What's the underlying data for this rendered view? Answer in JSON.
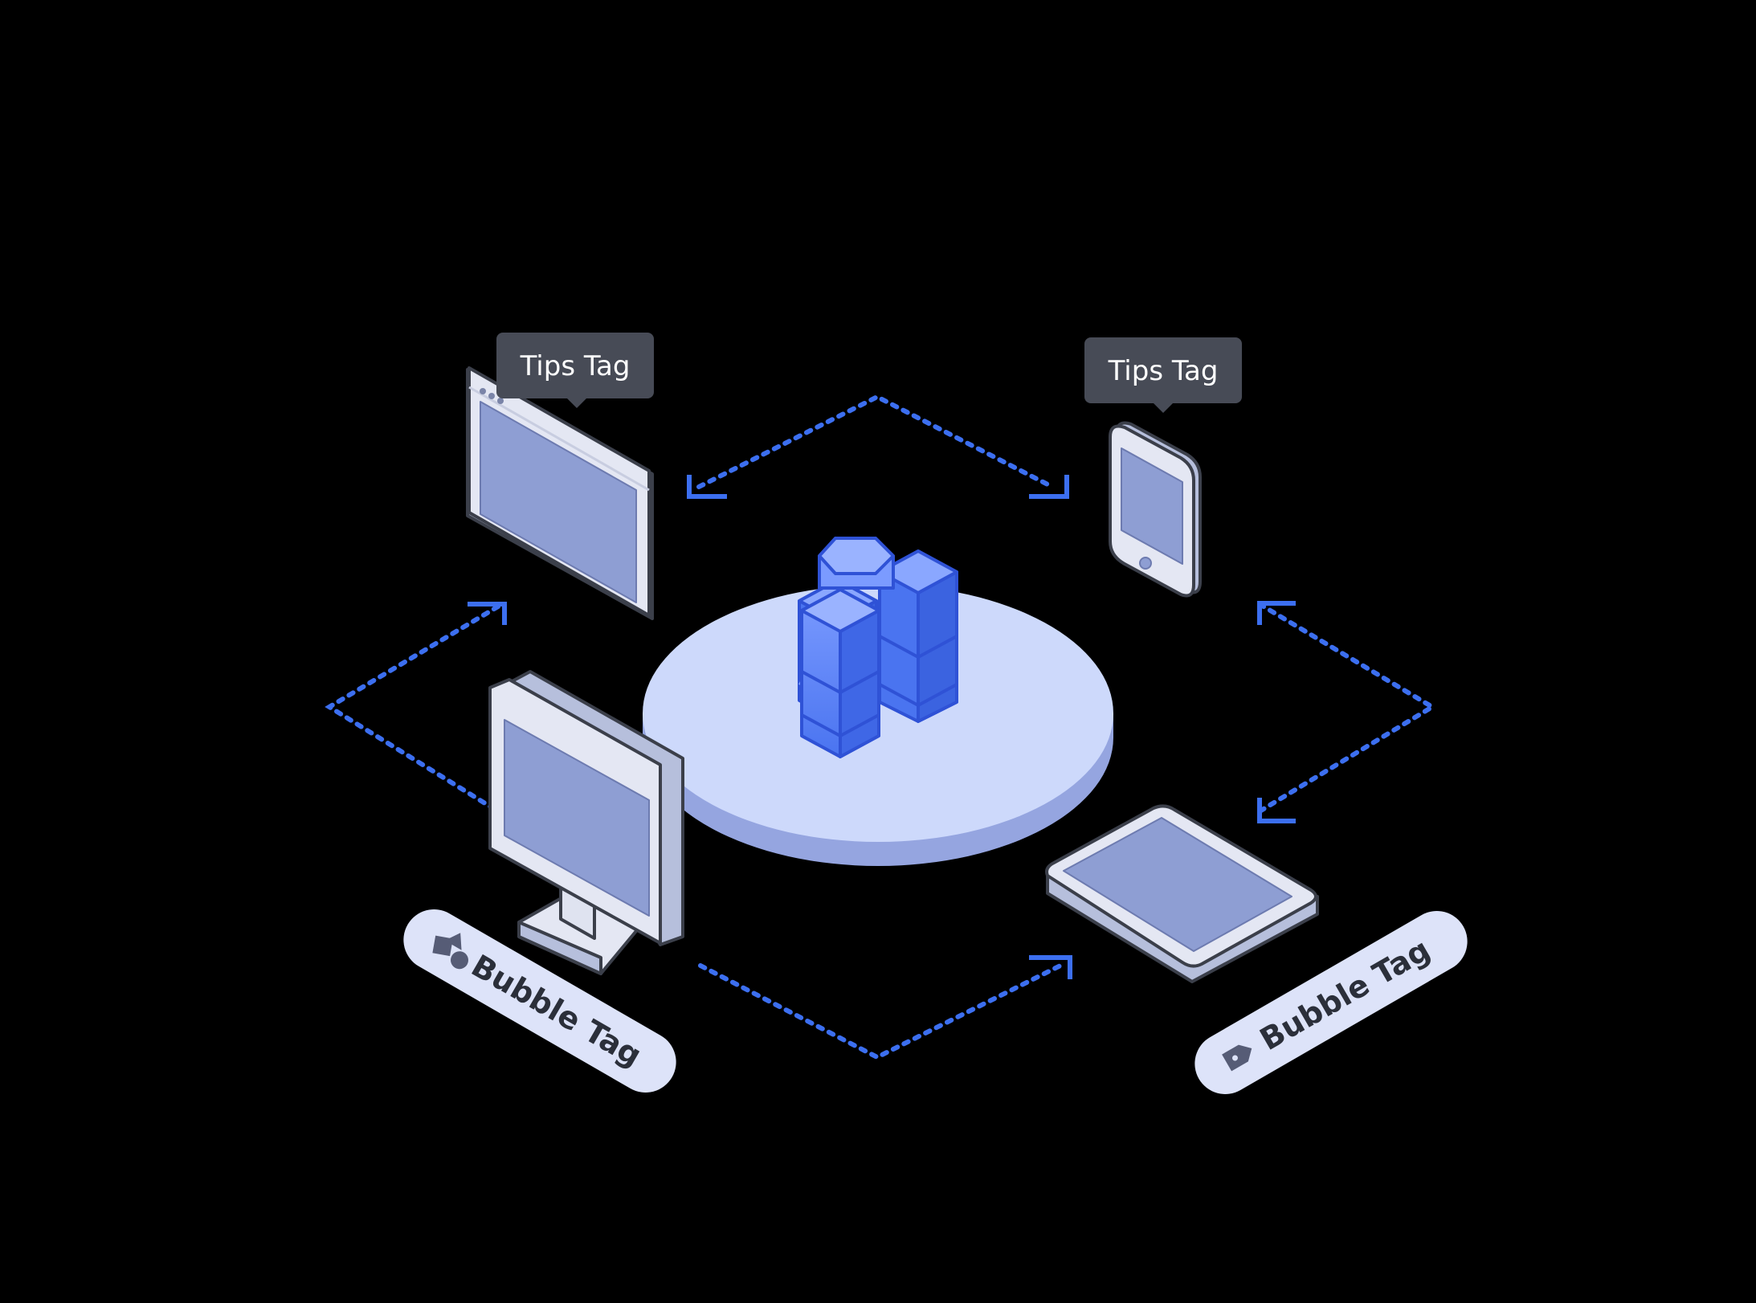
{
  "labels": {
    "tips_tag_left": "Tips Tag",
    "tips_tag_right": "Tips Tag",
    "bubble_tag_left": "Bubble Tag",
    "bubble_tag_right": "Bubble Tag"
  },
  "icons": {
    "bubble_left": "shapes-icon",
    "bubble_right": "price-tag-icon"
  },
  "colors": {
    "background": "#000000",
    "accent_blue": "#3c6ff0",
    "platform": "#cdd9fb",
    "device_frame": "#e4e7f3",
    "device_screen": "#8e9ed3",
    "tooltip_bg": "#474b56",
    "bubble_bg": "#dde3f9"
  }
}
